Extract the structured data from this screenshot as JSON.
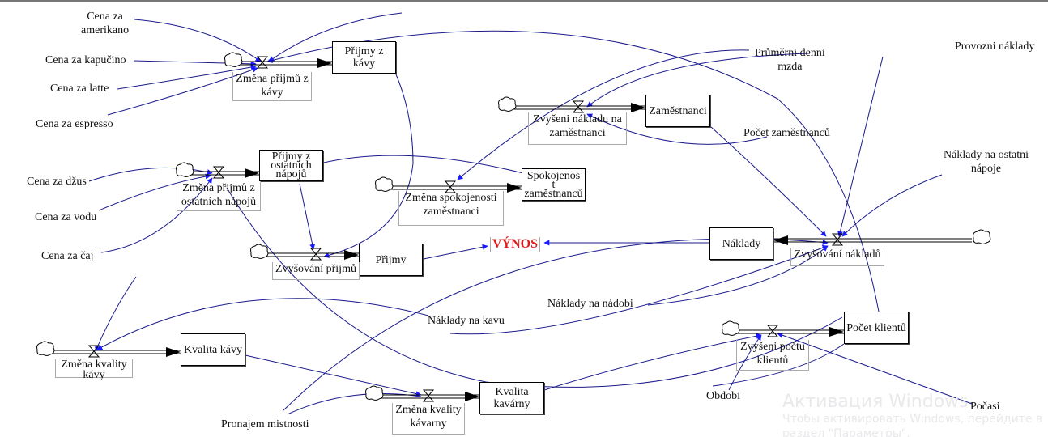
{
  "diagram": {
    "type": "stock-and-flow",
    "stocks": {
      "prijmy_z_kavy": "Přijmy z kávy",
      "prijmy_z_ostatnich": "Přijmy z ostatních nápojů",
      "prijmy": "Přijmy",
      "zamestnanci": "Zaměstnanci",
      "spokojenost": "Spokojenost zaměstnanců",
      "naklady": "Náklady",
      "kvalita_kavy": "Kvalita kávy",
      "kvalita_kavarny": "Kvalita kavárny",
      "pocet_klientu": "Počet klientů"
    },
    "stock_lines": {
      "prijmy_z_kavy": [
        "Přijmy z",
        "kávy"
      ],
      "prijmy_z_ostatnich": [
        "Přijmy z",
        "ostatních",
        "nápojů"
      ],
      "prijmy": [
        "Přijmy"
      ],
      "zamestnanci": [
        "Zaměstnanci"
      ],
      "spokojenost": [
        "Spokojenos",
        "t",
        "zaměstnanců"
      ],
      "naklady": [
        "Náklady"
      ],
      "kvalita_kavy": [
        "Kvalita kávy"
      ],
      "kvalita_kavarny": [
        "Kvalita",
        "kavárny"
      ],
      "pocet_klientu": [
        "Počet klientů"
      ]
    },
    "flows": {
      "zmena_prijmu_kavy": [
        "Změna přijmů z",
        "kávy"
      ],
      "zmena_prijmu_ostatnich": [
        "Změna přijmů z",
        "ostatních nápojů"
      ],
      "zvysovani_prijmu": [
        "Zvyšování přijmů"
      ],
      "zvyseni_nakladu_zam": [
        "Zvyšeni nákladu na",
        "zaměstnanci"
      ],
      "zmena_spokojenosti": [
        "Změna spokojenosti",
        "zaměstnanci"
      ],
      "zvysovani_nakladu": [
        "Zvyšování nákladů"
      ],
      "zmena_kvality_kavy": [
        "Změna kvality",
        "kávy"
      ],
      "zmena_kvality_kavarny": [
        "Změna kvality",
        "kávarny"
      ],
      "zvyseni_poctu_klientu": [
        "Zvyšeni počtu",
        "klientů"
      ]
    },
    "auxiliaries": {
      "cena_amerikano": [
        "Cena za",
        "amerikano"
      ],
      "cena_kapucino": [
        "Cena za kapučino"
      ],
      "cena_latte": [
        "Cena za latte"
      ],
      "cena_espresso": [
        "Cena za espresso"
      ],
      "cena_dzus": [
        "Cena za džus"
      ],
      "cena_vodu": [
        "Cena za vodu"
      ],
      "cena_caj": [
        "Cena za čaj"
      ],
      "prumerni_mzda": [
        "Průměrni denni",
        "mzda"
      ],
      "pocet_zamestnancu": [
        "Počet zaměstnanců"
      ],
      "provozni_naklady": [
        "Provozni náklady"
      ],
      "naklady_ostatni": [
        "Náklady na ostatni",
        "nápoje"
      ],
      "naklady_nadobi": [
        "Náklady na nádobi"
      ],
      "naklady_kavu": [
        "Náklady na kavu"
      ],
      "pronajem": [
        "Pronajem mistnosti"
      ],
      "obdobi": [
        "Obdobi"
      ],
      "pocasi": [
        "Počasi"
      ]
    },
    "output": "VÝNOS"
  },
  "colors": {
    "link": "#1a1a8c",
    "arrowhead": "#1a1aff",
    "pipe": "#000000",
    "output_text": "#e01b1b"
  },
  "watermark": {
    "title": "Активация Windows",
    "line1": "Чтобы активировать Windows, перейдите в",
    "line2": "раздел \"Параметры\"."
  }
}
